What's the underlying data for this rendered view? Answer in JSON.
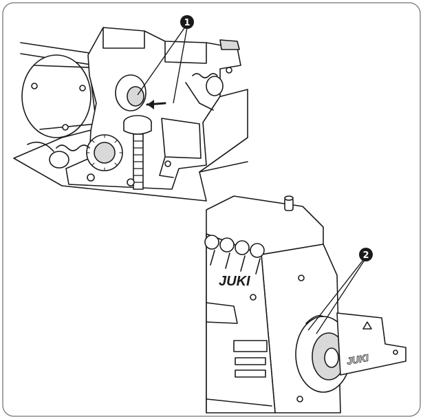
{
  "figure": {
    "frame_color": "#888888",
    "line_color": "#1a1a1a",
    "fill_color": "#ffffff",
    "shade_color": "#d9d9d9"
  },
  "callouts": [
    {
      "number": "1",
      "label": "1"
    },
    {
      "number": "2",
      "label": "2"
    }
  ],
  "brand": {
    "front_logo": "JUKI",
    "side_logo": "JUKI"
  }
}
